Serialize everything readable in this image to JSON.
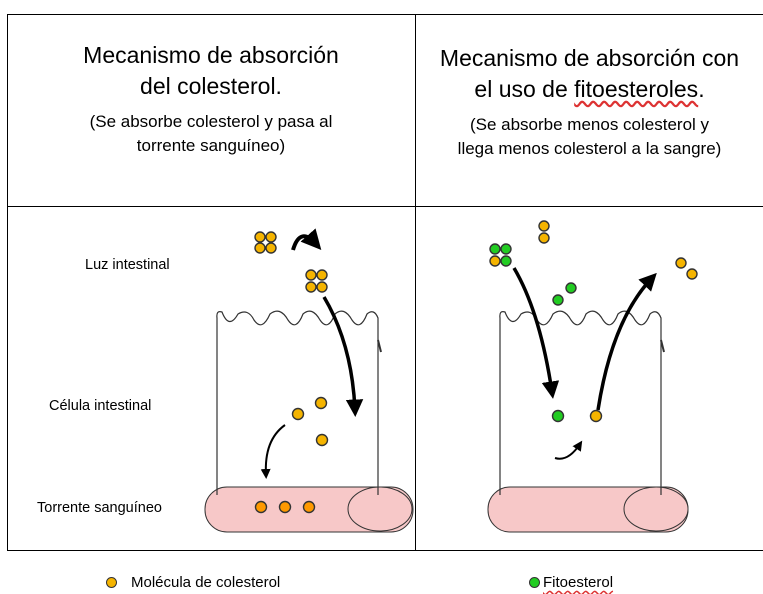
{
  "left_header": {
    "title_line1": "Mecanismo de absorción",
    "title_line2": "del colesterol.",
    "sub_line1": "(Se absorbe colesterol y pasa al",
    "sub_line2": "torrente sanguíneo)"
  },
  "right_header": {
    "title_line1": "Mecanismo de absorción con",
    "title_line2_a": "el uso de ",
    "title_line2_b": "fitoesteroles",
    "title_line2_c": ".",
    "sub_line1": "(Se absorbe menos colesterol y",
    "sub_line2": "llega menos colesterol a la sangre)"
  },
  "labels": {
    "luz": "Luz intestinal",
    "celula": "Célula intestinal",
    "torrente": "Torrente sanguíneo"
  },
  "legend": {
    "colesterol": "Molécula de colesterol",
    "fitoesterol": "Fitoesterol"
  },
  "colors": {
    "cholesterol": "#f5b400",
    "phytosterol": "#22cc22",
    "blood_fill": "#f7c8c8",
    "blood_dot": "#ff9900"
  }
}
